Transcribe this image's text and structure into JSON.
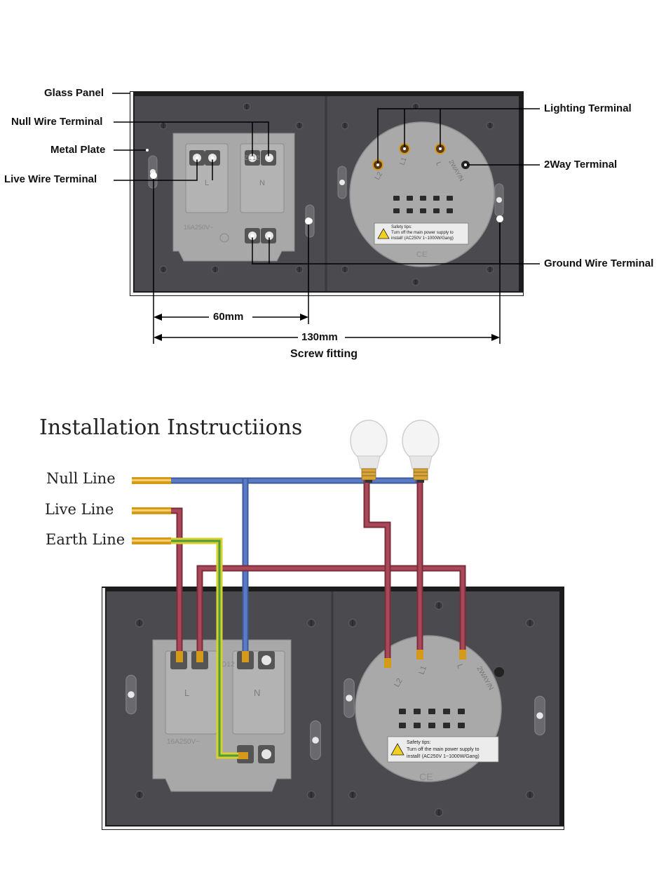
{
  "top_diagram": {
    "labels": {
      "glass_panel": "Glass Panel",
      "null_wire_terminal": "Null Wire Terminal",
      "metal_plate": "Metal Plate",
      "live_wire_terminal": "Live Wire Terminal",
      "lighting_terminal": "Lighting Terminal",
      "two_way_terminal": "2Way Terminal",
      "ground_wire_terminal": "Ground Wire Terminal"
    },
    "dimensions": {
      "short": "60mm",
      "long": "130mm",
      "caption": "Screw fitting"
    }
  },
  "socket_markings": {
    "model": "ZD12",
    "rating": "16A250V~",
    "left_letter": "L",
    "right_letter": "N"
  },
  "switch_markings": {
    "terminal_l2": "L2",
    "terminal_l1": "L1",
    "terminal_l": "L",
    "terminal_2way": "2WAY/N",
    "safety_title": "Safety tips:",
    "safety_line1": "Turn off the main power supply to",
    "safety_line2": "install! (AC250V  1~1000W/Gang)",
    "ce_mark": "CE"
  },
  "bottom_diagram": {
    "title": "Installation Instructiions",
    "lines": {
      "null": "Null Line",
      "live": "Live Line",
      "earth": "Earth Line"
    }
  },
  "colors": {
    "panel_frame": "#1c1c1c",
    "panel_bg": "#4a4a4e",
    "module_gray": "#a9a9a9",
    "null_wire": "#4f6fb8",
    "live_wire": "#a2414f",
    "earth_yellow": "#d8d02e",
    "earth_green": "#4e9a3e",
    "copper": "#d49a18"
  }
}
